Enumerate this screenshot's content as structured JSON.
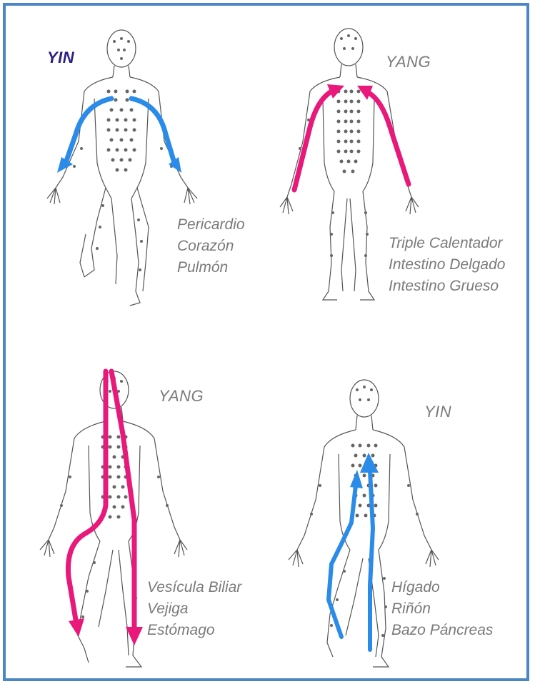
{
  "panels": [
    {
      "id": "top-left",
      "category": "YIN",
      "category_color": "#2a2080",
      "meridians": [
        "Pericardio",
        "Corazón",
        "Pulmón"
      ],
      "arrow_color": "#2a8ce8",
      "view": "front"
    },
    {
      "id": "top-right",
      "category": "YANG",
      "category_color": "#7a7a7a",
      "meridians": [
        "Triple Calentador",
        "Intestino Delgado",
        "Intestino Grueso"
      ],
      "arrow_color": "#e8197a",
      "view": "back"
    },
    {
      "id": "bottom-left",
      "category": "YANG",
      "category_color": "#7a7a7a",
      "meridians": [
        "Vesícula Biliar",
        "Vejiga",
        "Estómago"
      ],
      "arrow_color": "#e8197a",
      "view": "front"
    },
    {
      "id": "bottom-right",
      "category": "YIN",
      "category_color": "#7a7a7a",
      "meridians": [
        "Hígado",
        "Riñón",
        "Bazo Páncreas"
      ],
      "arrow_color": "#2a8ce8",
      "view": "front"
    }
  ]
}
